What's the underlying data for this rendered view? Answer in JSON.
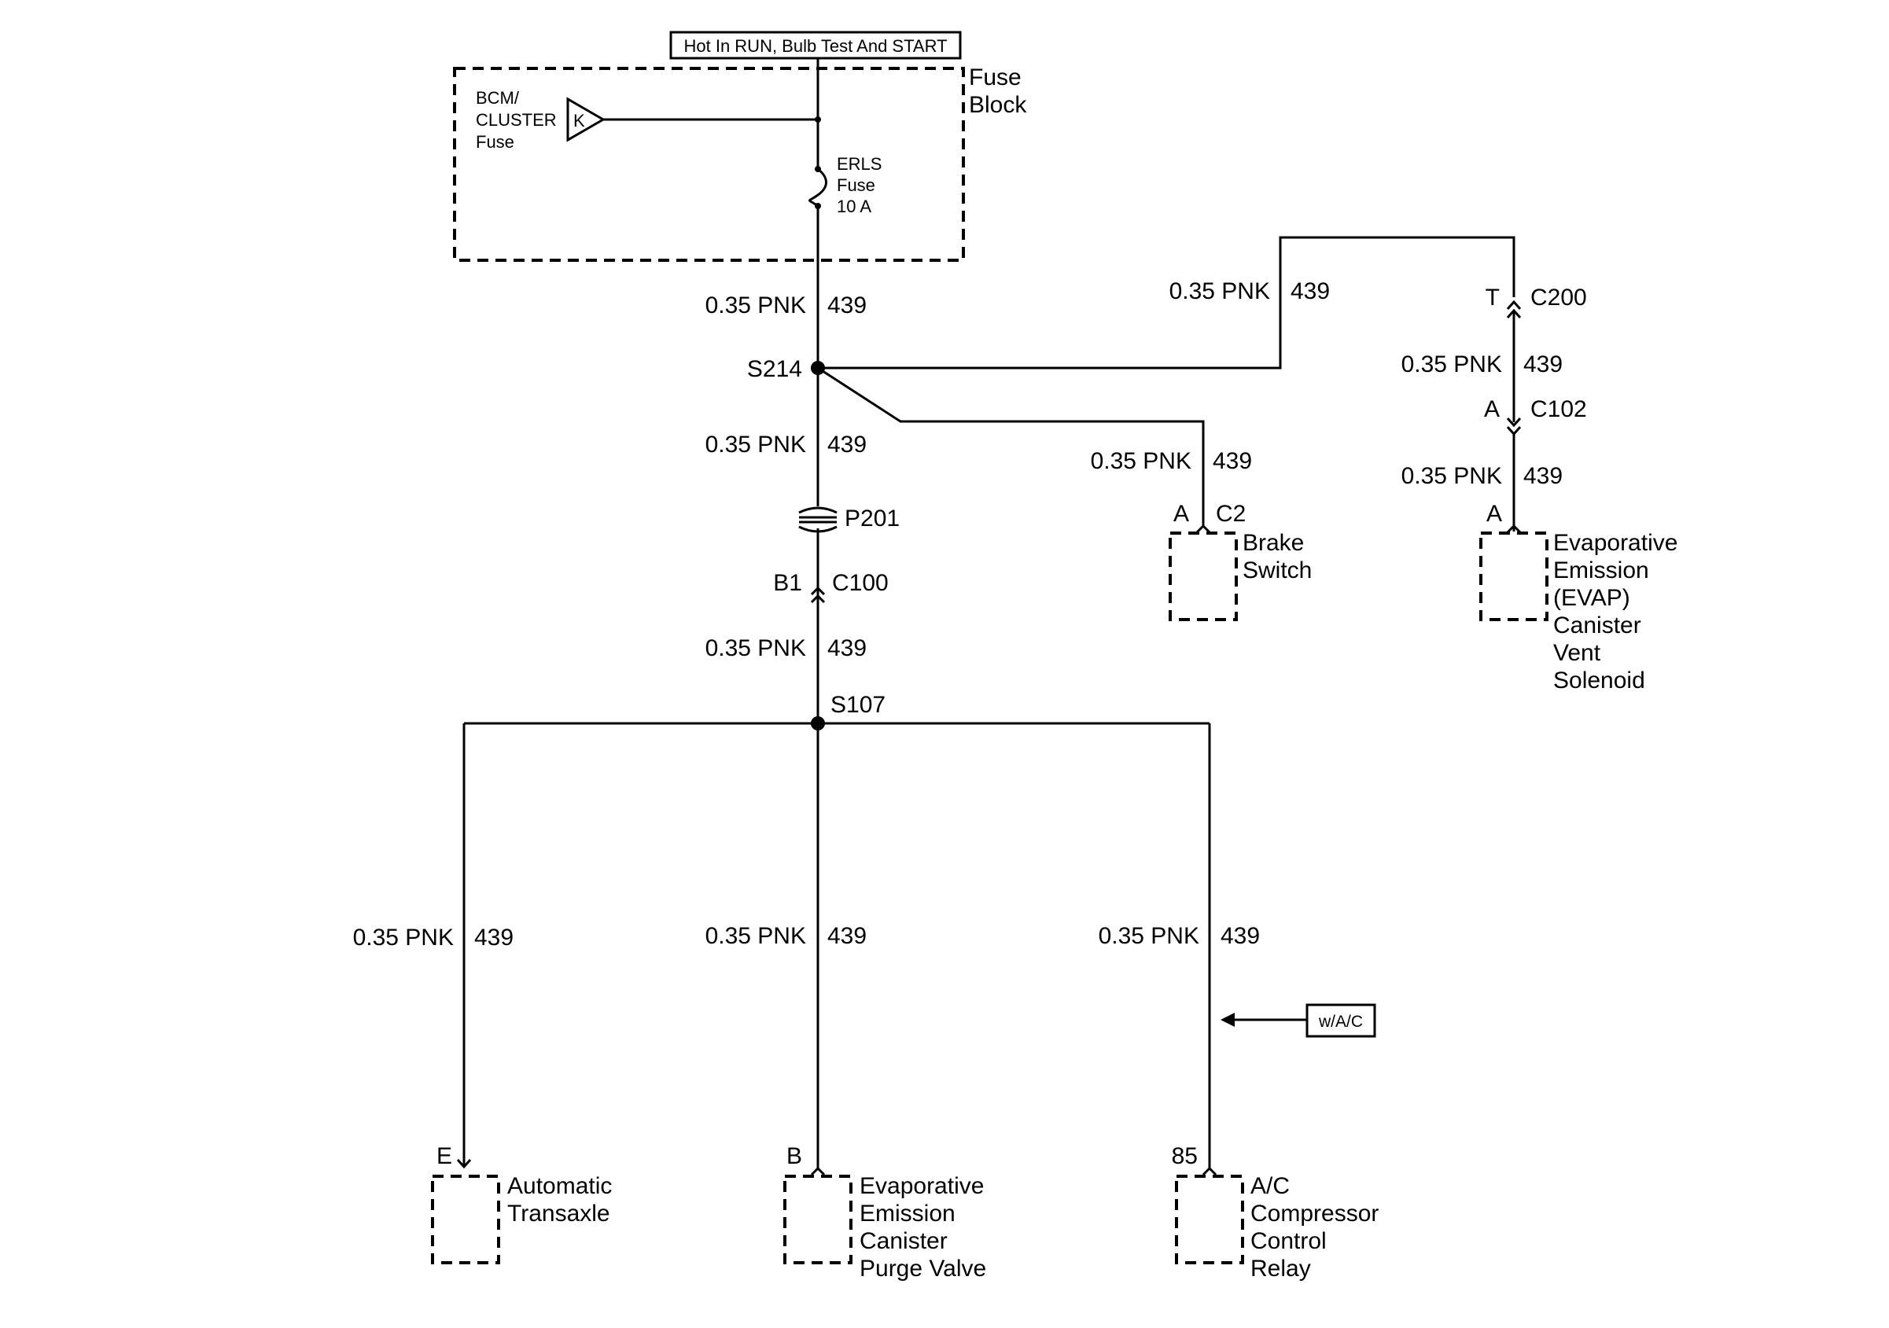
{
  "header_box": "Hot In RUN, Bulb Test And START",
  "fuse_block": {
    "title_line1": "Fuse",
    "title_line2": "Block",
    "bcm_line1": "BCM/",
    "bcm_line2": "CLUSTER",
    "bcm_line3": "Fuse",
    "bcm_pin": "K",
    "erls_line1": "ERLS",
    "erls_line2": "Fuse",
    "erls_line3": "10 A"
  },
  "wire": {
    "gauge_color": "0.35 PNK",
    "circuit": "439"
  },
  "splices": {
    "s214": "S214",
    "s107": "S107"
  },
  "connectors": {
    "p201": "P201",
    "c100_pin": "B1",
    "c100": "C100",
    "c200_pin": "T",
    "c200": "C200",
    "c102_pin": "A",
    "c102": "C102",
    "brake_pin": "A",
    "brake_conn": "C2",
    "evap_vent_pin": "A"
  },
  "components": {
    "brake_switch": [
      "Brake",
      "Switch"
    ],
    "evap_vent": [
      "Evaporative",
      "Emission",
      "(EVAP)",
      "Canister",
      "Vent",
      "Solenoid"
    ],
    "trans": [
      "Automatic",
      "Transaxle"
    ],
    "trans_pin": "E",
    "purge": [
      "Evaporative",
      "Emission",
      "Canister",
      "Purge Valve"
    ],
    "purge_pin": "B",
    "ac_relay": [
      "A/C",
      "Compressor",
      "Control",
      "Relay"
    ],
    "ac_relay_pin": "85"
  },
  "option_tag": "w/A/C"
}
